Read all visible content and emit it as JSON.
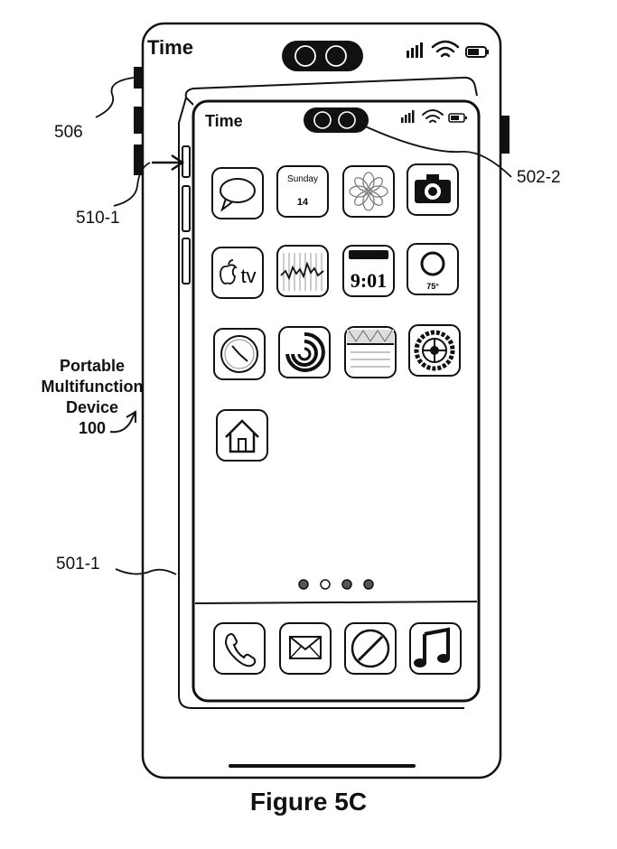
{
  "outer_device": {
    "time_label": "Time"
  },
  "inner_screen": {
    "time_label": "Time",
    "apps_row1": [
      "messages-icon",
      "calendar-icon",
      "photos-icon",
      "camera-icon"
    ],
    "calendar": {
      "day": "Sunday",
      "date": "14"
    },
    "apps_row2": [
      "apple-tv-icon",
      "stocks-icon",
      "clock-widget-icon",
      "weather-icon"
    ],
    "tv_label": "tv",
    "clock_widget_text": "9:01",
    "weather_text": "75°",
    "apps_row3": [
      "clock-icon",
      "activity-icon",
      "notes-icon",
      "settings-icon"
    ],
    "apps_row4": [
      "home-icon"
    ],
    "page_dots": 4,
    "dock": [
      "phone-icon",
      "mail-icon",
      "safari-icon",
      "music-icon"
    ]
  },
  "references": {
    "r506": "506",
    "r510": "510-1",
    "r502": "502-2",
    "r501": "501-1"
  },
  "device_label": [
    "Portable",
    "Multifunction",
    "Device",
    "100"
  ],
  "caption": "Figure 5C"
}
